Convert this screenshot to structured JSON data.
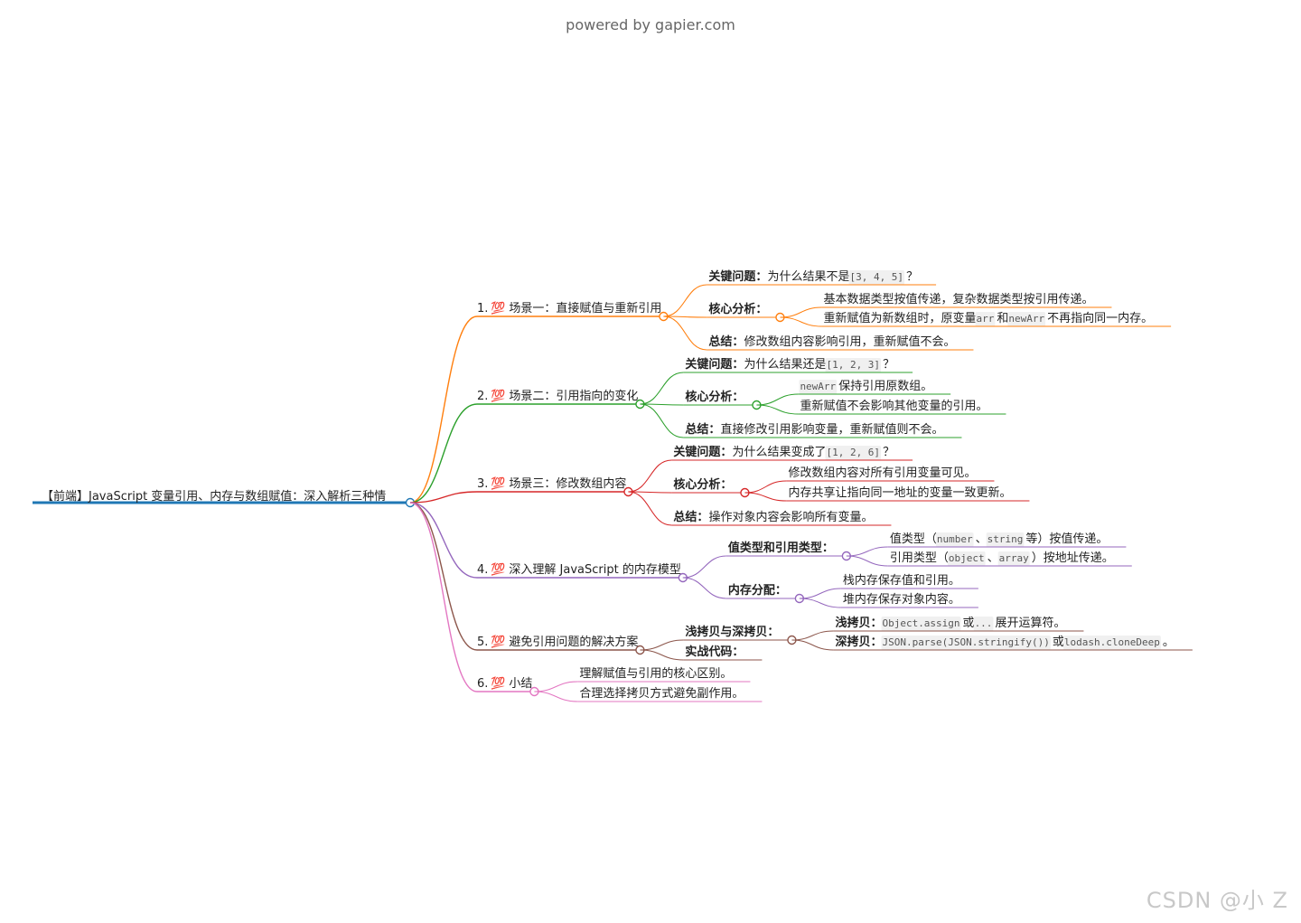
{
  "header": {
    "powered": "powered by gapier.com"
  },
  "watermark": "CSDN @小 Z",
  "root": {
    "label": "【前端】JavaScript 变量引用、内存与数组赋值：深入解析三种情",
    "color": "#1f77b4"
  },
  "icon_glyph": "💯",
  "branches": [
    {
      "num": "1.",
      "icon": "hundred-points-icon",
      "label": "场景一：直接赋值与重新引用",
      "color": "#ff7f0e",
      "children": [
        {
          "parts": [
            [
              "b",
              "关键问题："
            ],
            [
              "t",
              "为什么结果不是 "
            ],
            [
              "c",
              "[3, 4, 5]"
            ],
            [
              "t",
              "？"
            ]
          ]
        },
        {
          "parts": [
            [
              "b",
              "核心分析："
            ]
          ],
          "children": [
            {
              "parts": [
                [
                  "t",
                  "基本数据类型按值传递，复杂数据类型按引用传递。"
                ]
              ]
            },
            {
              "parts": [
                [
                  "t",
                  "重新赋值为新数组时，原变量 "
                ],
                [
                  "c",
                  "arr"
                ],
                [
                  "t",
                  " 和 "
                ],
                [
                  "c",
                  "newArr"
                ],
                [
                  "t",
                  " 不再指向同一内存。"
                ]
              ]
            }
          ]
        },
        {
          "parts": [
            [
              "b",
              "总结："
            ],
            [
              "t",
              "修改数组内容影响引用，重新赋值不会。"
            ]
          ]
        }
      ]
    },
    {
      "num": "2.",
      "icon": "hundred-points-icon",
      "label": "场景二：引用指向的变化",
      "color": "#2ca02c",
      "children": [
        {
          "parts": [
            [
              "b",
              "关键问题："
            ],
            [
              "t",
              "为什么结果还是 "
            ],
            [
              "c",
              "[1, 2, 3]"
            ],
            [
              "t",
              "？"
            ]
          ]
        },
        {
          "parts": [
            [
              "b",
              "核心分析："
            ]
          ],
          "children": [
            {
              "parts": [
                [
                  "c",
                  "newArr"
                ],
                [
                  "t",
                  " 保持引用原数组。"
                ]
              ]
            },
            {
              "parts": [
                [
                  "t",
                  "重新赋值不会影响其他变量的引用。"
                ]
              ]
            }
          ]
        },
        {
          "parts": [
            [
              "b",
              "总结："
            ],
            [
              "t",
              "直接修改引用影响变量，重新赋值则不会。"
            ]
          ]
        }
      ]
    },
    {
      "num": "3.",
      "icon": "hundred-points-icon",
      "label": "场景三：修改数组内容",
      "color": "#d62728",
      "children": [
        {
          "parts": [
            [
              "b",
              "关键问题："
            ],
            [
              "t",
              "为什么结果变成了 "
            ],
            [
              "c",
              "[1, 2, 6]"
            ],
            [
              "t",
              "？"
            ]
          ]
        },
        {
          "parts": [
            [
              "b",
              "核心分析："
            ]
          ],
          "children": [
            {
              "parts": [
                [
                  "t",
                  "修改数组内容对所有引用变量可见。"
                ]
              ]
            },
            {
              "parts": [
                [
                  "t",
                  "内存共享让指向同一地址的变量一致更新。"
                ]
              ]
            }
          ]
        },
        {
          "parts": [
            [
              "b",
              "总结："
            ],
            [
              "t",
              "操作对象内容会影响所有变量。"
            ]
          ]
        }
      ]
    },
    {
      "num": "4.",
      "icon": "hundred-points-icon",
      "label": "深入理解 JavaScript 的内存模型",
      "color": "#9467bd",
      "children": [
        {
          "parts": [
            [
              "b",
              "值类型和引用类型："
            ]
          ],
          "children": [
            {
              "parts": [
                [
                  "t",
                  "值类型（"
                ],
                [
                  "c",
                  "number"
                ],
                [
                  "t",
                  "、"
                ],
                [
                  "c",
                  "string"
                ],
                [
                  "t",
                  " 等）按值传递。"
                ]
              ]
            },
            {
              "parts": [
                [
                  "t",
                  "引用类型（"
                ],
                [
                  "c",
                  "object"
                ],
                [
                  "t",
                  "、"
                ],
                [
                  "c",
                  "array"
                ],
                [
                  "t",
                  "）按地址传递。"
                ]
              ]
            }
          ]
        },
        {
          "parts": [
            [
              "b",
              "内存分配："
            ]
          ],
          "children": [
            {
              "parts": [
                [
                  "t",
                  "栈内存保存值和引用。"
                ]
              ]
            },
            {
              "parts": [
                [
                  "t",
                  "堆内存保存对象内容。"
                ]
              ]
            }
          ]
        }
      ]
    },
    {
      "num": "5.",
      "icon": "hundred-points-icon",
      "label": "避免引用问题的解决方案",
      "color": "#8c564b",
      "children": [
        {
          "parts": [
            [
              "b",
              "浅拷贝与深拷贝："
            ]
          ],
          "children": [
            {
              "parts": [
                [
                  "b",
                  "浅拷贝："
                ],
                [
                  "c",
                  "Object.assign"
                ],
                [
                  "t",
                  " 或 "
                ],
                [
                  "c",
                  "..."
                ],
                [
                  "t",
                  " 展开运算符。"
                ]
              ]
            },
            {
              "parts": [
                [
                  "b",
                  "深拷贝："
                ],
                [
                  "c",
                  "JSON.parse(JSON.stringify())"
                ],
                [
                  "t",
                  " 或 "
                ],
                [
                  "c",
                  "lodash.cloneDeep"
                ],
                [
                  "t",
                  "。"
                ]
              ]
            }
          ]
        },
        {
          "parts": [
            [
              "b",
              "实战代码："
            ]
          ]
        }
      ]
    },
    {
      "num": "6.",
      "icon": "hundred-points-icon",
      "label": "小结",
      "color": "#e377c2",
      "children": [
        {
          "parts": [
            [
              "t",
              "理解赋值与引用的核心区别。"
            ]
          ]
        },
        {
          "parts": [
            [
              "t",
              "合理选择拷贝方式避免副作用。"
            ]
          ]
        }
      ]
    }
  ]
}
